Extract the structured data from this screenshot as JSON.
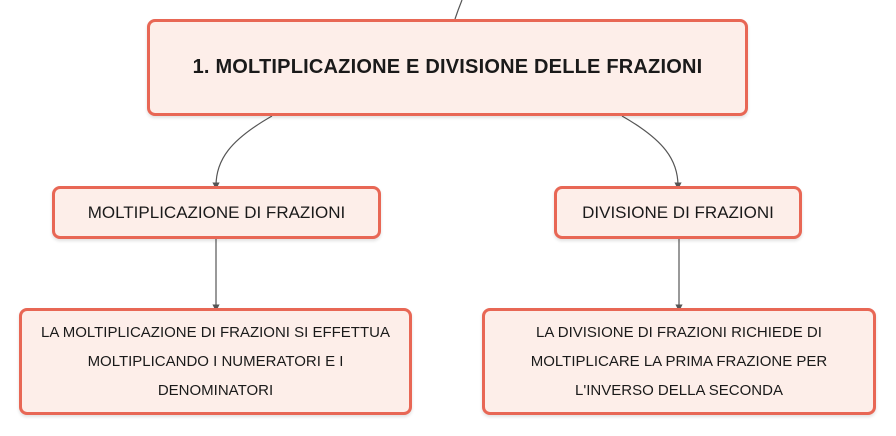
{
  "diagram": {
    "root": {
      "label": "1. MOLTIPLICAZIONE E DIVISIONE DELLE FRAZIONI"
    },
    "branches": [
      {
        "label": "MOLTIPLICAZIONE DI FRAZIONI",
        "child": "LA MOLTIPLICAZIONE DI FRAZIONI SI EFFETTUA MOLTIPLICANDO I NUMERATORI E I DENOMINATORI"
      },
      {
        "label": "DIVISIONE DI FRAZIONI",
        "child": "LA DIVISIONE DI FRAZIONI RICHIEDE DI MOLTIPLICARE LA PRIMA FRAZIONE PER L'INVERSO DELLA SECONDA"
      }
    ]
  },
  "colors": {
    "node_border": "#e86755",
    "node_fill": "#fdeee9",
    "connector": "#555555"
  }
}
